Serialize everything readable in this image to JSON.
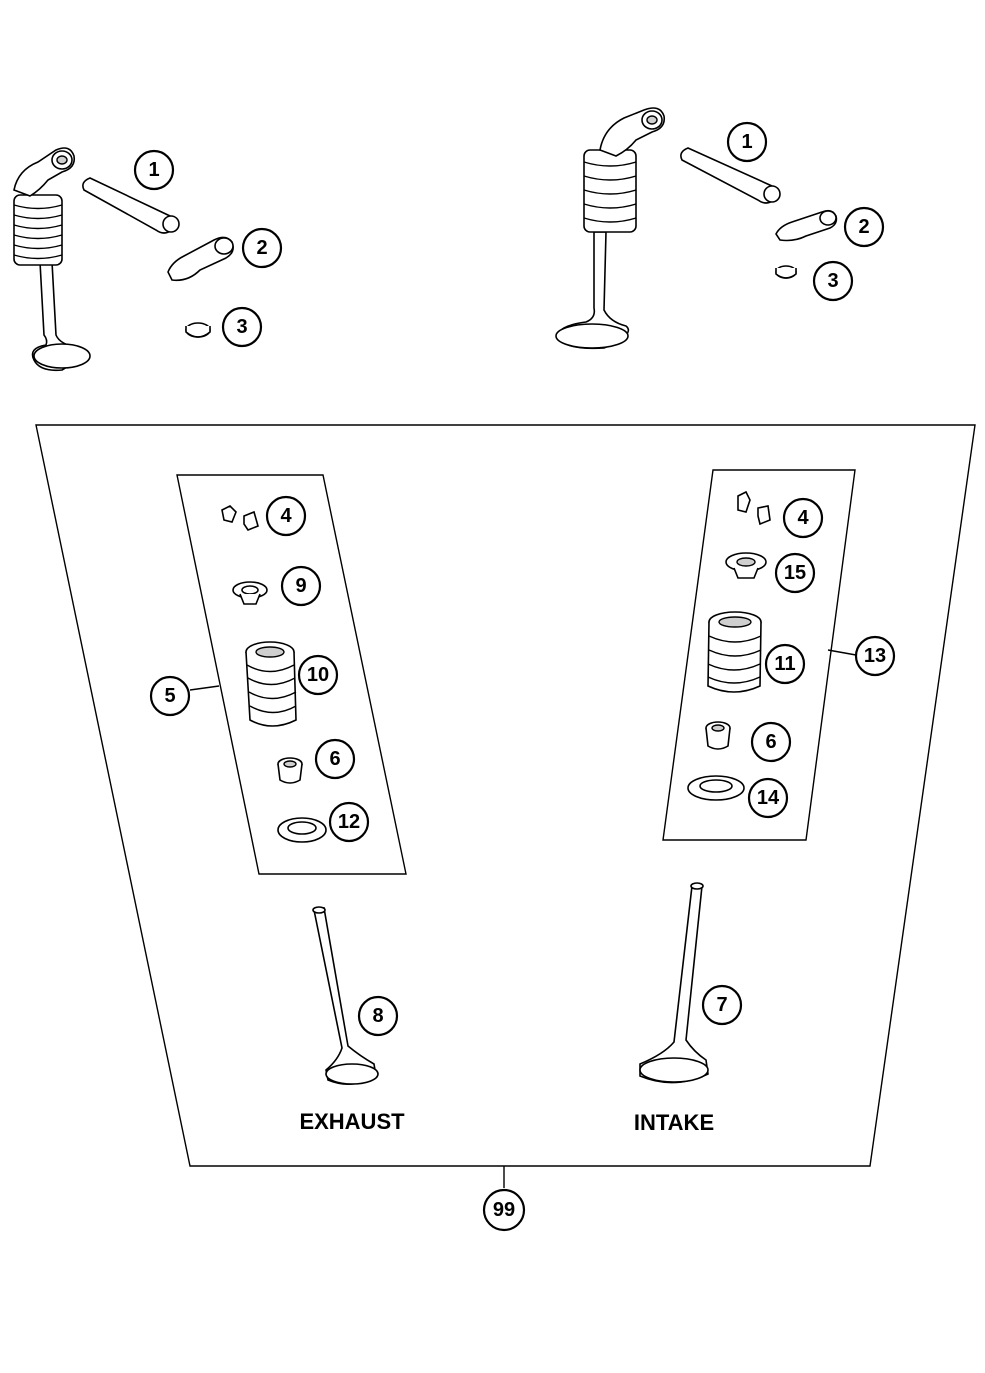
{
  "callouts": {
    "tl_1": "1",
    "tl_2": "2",
    "tl_3": "3",
    "tr_1": "1",
    "tr_2": "2",
    "tr_3": "3",
    "ex_4": "4",
    "ex_9": "9",
    "ex_10": "10",
    "ex_5": "5",
    "ex_6": "6",
    "ex_12": "12",
    "in_4": "4",
    "in_15": "15",
    "in_11": "11",
    "in_13": "13",
    "in_6": "6",
    "in_14": "14",
    "ex_8": "8",
    "in_7": "7",
    "kit_99": "99"
  },
  "labels": {
    "exhaust": "EXHAUST",
    "intake": "INTAKE"
  },
  "colors": {
    "line": "#000000",
    "background": "#ffffff",
    "shade": "#cfcfcf"
  }
}
